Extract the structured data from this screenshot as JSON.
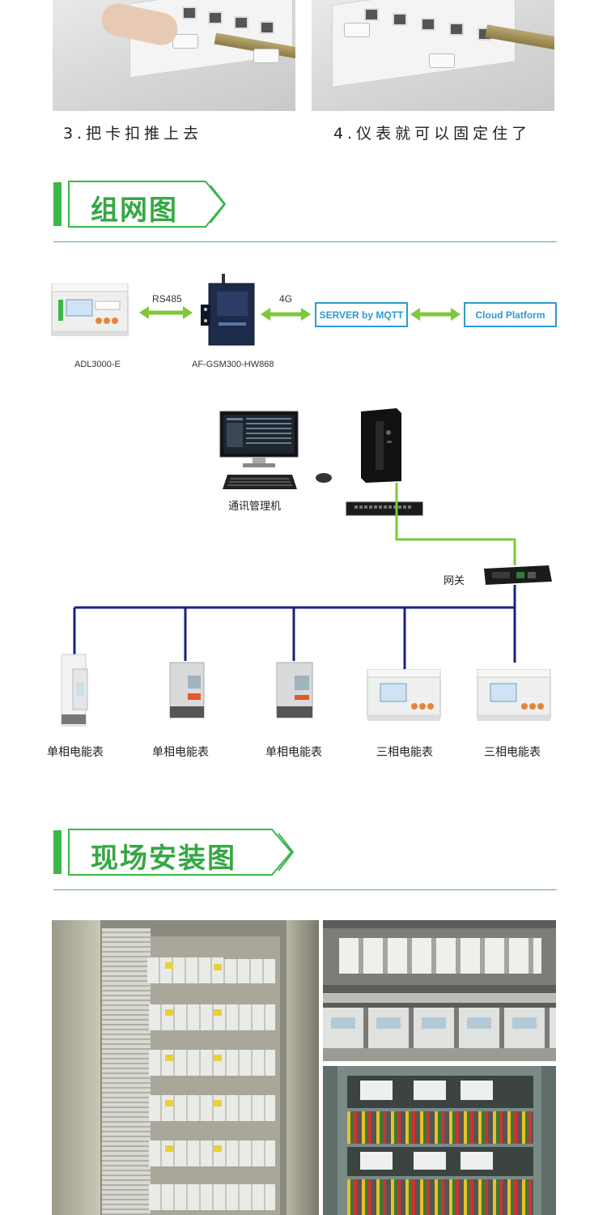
{
  "steps": [
    {
      "caption": "3.把卡扣推上去"
    },
    {
      "caption": "4.仪表就可以固定住了"
    }
  ],
  "sections": {
    "network": {
      "title": "组网图"
    },
    "site": {
      "title": "现场安装图"
    }
  },
  "topology1": {
    "meter_label": "ADL3000-E",
    "gateway_label": "AF-GSM300-HW868",
    "link1_label": "RS485",
    "link2_label": "4G",
    "server_label": "SERVER by MQTT",
    "cloud_label": "Cloud Platform"
  },
  "topology2": {
    "pc_label": "通讯管理机",
    "gateway_label": "网关",
    "meters": [
      {
        "label": "单相电能表"
      },
      {
        "label": "单相电能表"
      },
      {
        "label": "单相电能表"
      },
      {
        "label": "三相电能表"
      },
      {
        "label": "三相电能表"
      }
    ]
  },
  "colors": {
    "accent_green": "#3cb64a",
    "link_blue": "#2e9ad1",
    "bus_navy": "#1a237e",
    "lan_green": "#7ec83a"
  },
  "icons": [
    "monitor-icon",
    "keyboard-icon",
    "mouse-icon",
    "server-tower-icon",
    "switch-icon",
    "gateway-device-icon",
    "energy-meter-icon"
  ]
}
